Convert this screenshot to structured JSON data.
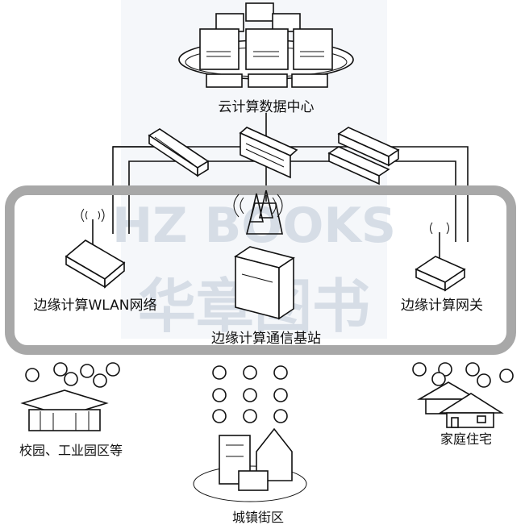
{
  "watermark": {
    "latin": "HZ BOOKS",
    "chinese": "华章图书"
  },
  "labels": {
    "cloud_data_center": "云计算数据中心",
    "edge_wlan": "边缘计算WLAN网络",
    "edge_base_station": "边缘计算通信基站",
    "edge_gateway": "边缘计算网关",
    "campus": "校园、工业园区等",
    "town_street": "城镇街区",
    "home": "家庭住宅"
  },
  "colors": {
    "edge_frame": "#a8a8a8",
    "line": "#111111",
    "watermark": "#d6dde6"
  },
  "icons": [
    "server-rack-icon",
    "network-switch-icon",
    "wifi-router-icon",
    "cell-tower-icon",
    "gateway-icon",
    "people-group-icon",
    "campus-building-icon",
    "city-buildings-icon",
    "house-icon"
  ]
}
